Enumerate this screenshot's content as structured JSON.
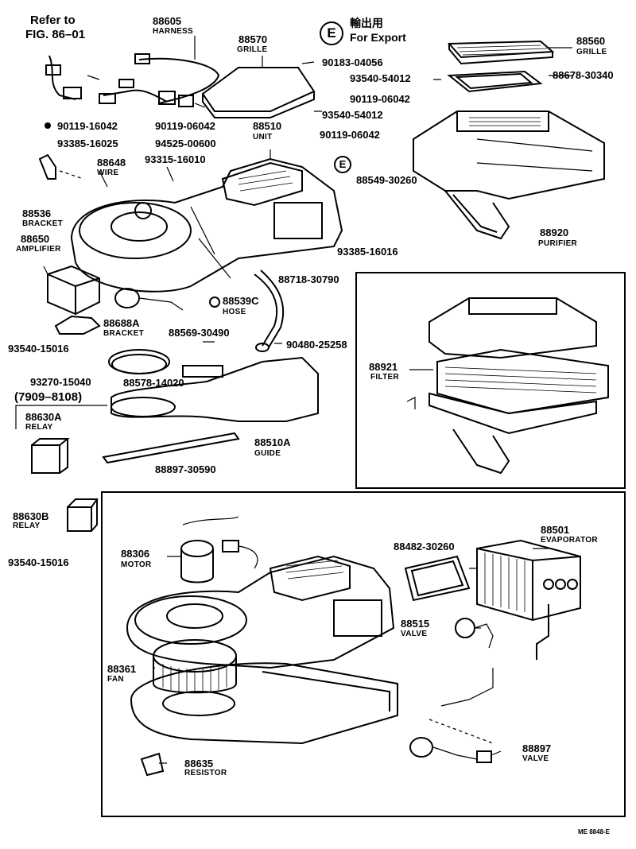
{
  "references": {
    "refer_to_line1": "Refer to",
    "refer_to_line2": "FIG. 86–01",
    "range": "(7909–8108)"
  },
  "export": {
    "symbol": "E",
    "symbol_small": "E",
    "japanese": "輸出用",
    "english": "For  Export"
  },
  "labels": {
    "p88605": "88605",
    "p88605_name": "HARNESS",
    "p88570": "88570",
    "p88570_name": "GRILLE",
    "p88560": "88560",
    "p88560_name": "GRILLE",
    "p90183": "90183-04056",
    "p93540_54012a": "93540-54012",
    "p88678": "88678-30340",
    "p90119_06042a": "90119-06042",
    "p93540_54012b": "93540-54012",
    "p90119_16042": "90119-16042",
    "p90119_06042b": "90119-06042",
    "p88510": "88510",
    "p88510_name": "UNIT",
    "p90119_06042c": "90119-06042",
    "p93385_16025": "93385-16025",
    "p94525": "94525-00600",
    "p93315": "93315-16010",
    "p88648": "88648",
    "p88648_name": "WIRE",
    "p88549": "88549-30260",
    "p88536": "88536",
    "p88536_name": "BRACKET",
    "p88650": "88650",
    "p88650_name": "AMPLIFIER",
    "p93385_16016": "93385-16016",
    "p88920": "88920",
    "p88920_name": "PURIFIER",
    "p88718": "88718-30790",
    "p88539C": "88539C",
    "p88539C_name": "HOSE",
    "p88688A": "88688A",
    "p88688A_name": "BRACKET",
    "p88569": "88569-30490",
    "p93540_15016a": "93540-15016",
    "p90480": "90480-25258",
    "p88578": "88578-14020",
    "p93270": "93270-15040",
    "p88921": "88921",
    "p88921_name": "FILTER",
    "p88630A": "88630A",
    "p88630A_name": "RELAY",
    "p88510A": "88510A",
    "p88510A_name": "GUIDE",
    "p88897_30590": "88897-30590",
    "p88630B": "88630B",
    "p88630B_name": "RELAY",
    "p93540_15016b": "93540-15016",
    "p88306": "88306",
    "p88306_name": "MOTOR",
    "p88482": "88482-30260",
    "p88501": "88501",
    "p88501_name": "EVAPORATOR",
    "p88515": "88515",
    "p88515_name": "VALVE",
    "p88361": "88361",
    "p88361_name": "FAN",
    "p88635": "88635",
    "p88635_name": "RESISTOR",
    "p88897": "88897",
    "p88897_name": "VALVE"
  },
  "footer": {
    "code": "ME  8848-E"
  }
}
